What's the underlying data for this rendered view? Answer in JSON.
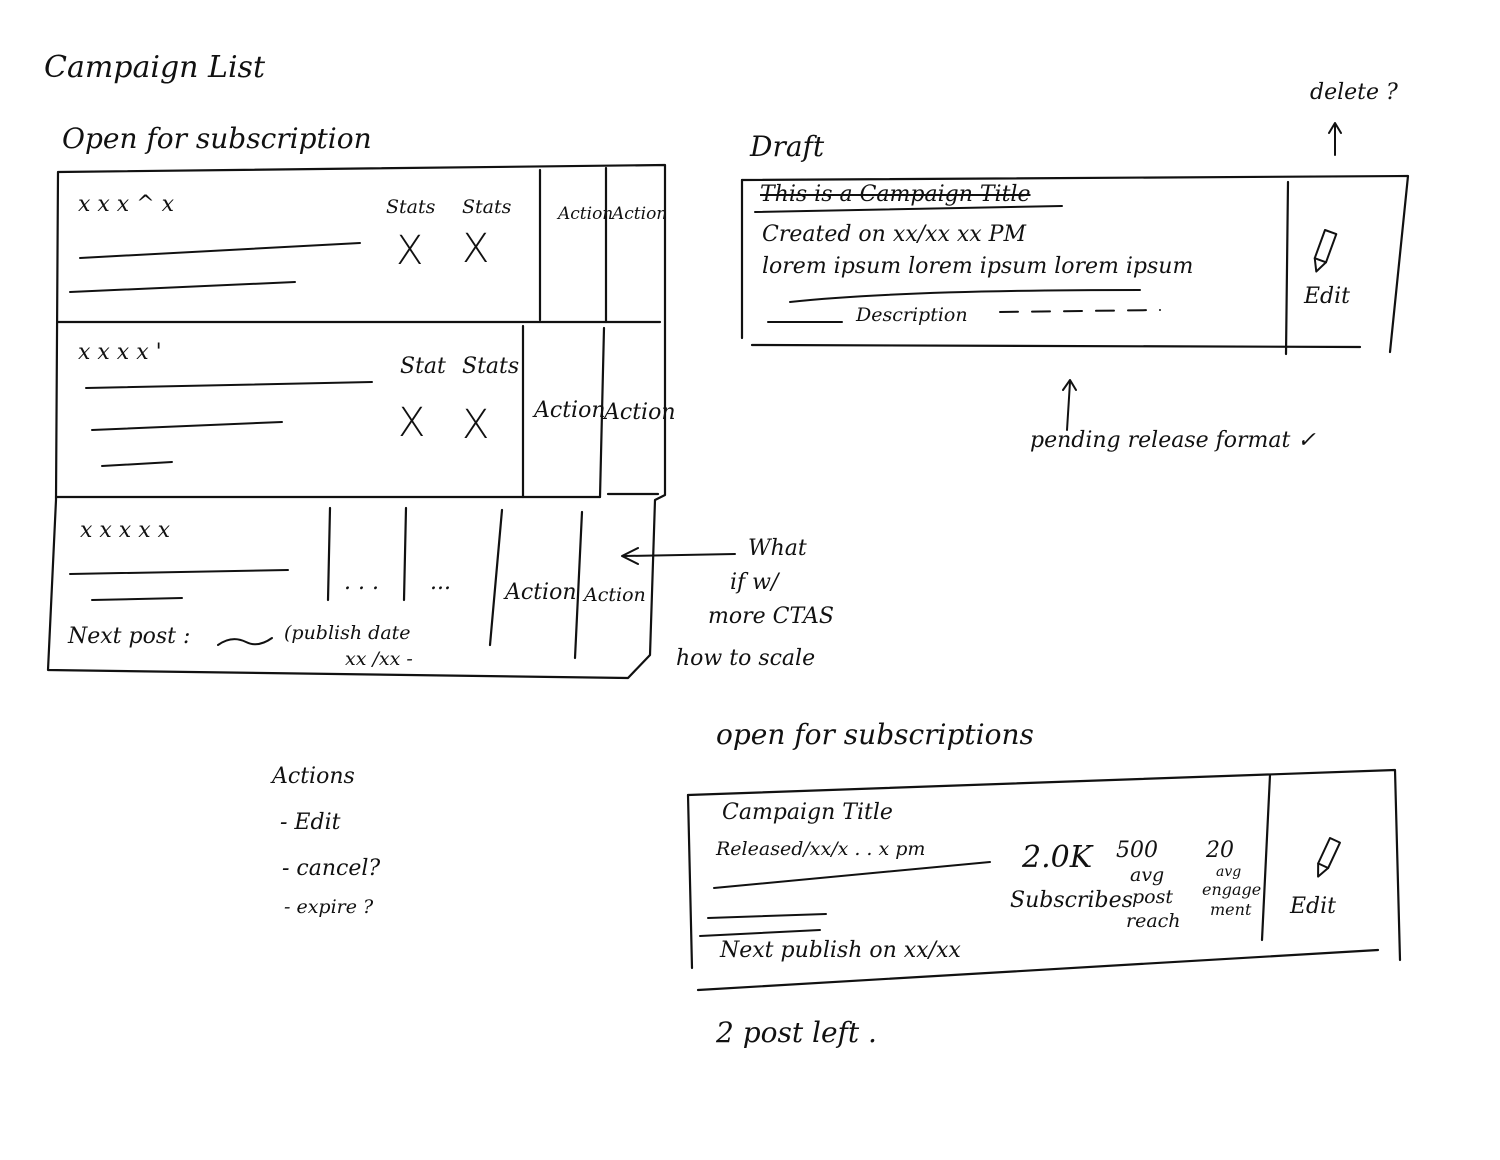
{
  "page": {
    "title": "Campaign List"
  },
  "open_section": {
    "heading": "Open for subscription",
    "row1": {
      "placeholder": "x x x  ^  x",
      "stat1": "Stats",
      "stat2": "Stats",
      "x1": "X",
      "x2": "X",
      "action1": "Action",
      "action2": "Action"
    },
    "row2": {
      "placeholder": "x x x x  '",
      "stat1": "Stat",
      "stat2": "Stats",
      "x1": "X",
      "x2": "X",
      "action1": "Action",
      "action2": "Action"
    },
    "row3": {
      "placeholder": "x x x x  x",
      "dots1": ". . .",
      "dots2": "...",
      "action1": "Action",
      "action2": "Action",
      "next_post": "Next post :",
      "publish_date": "(publish date",
      "date": "xx /xx -"
    }
  },
  "annotation_ctas": {
    "line1": "What",
    "line2": "if w/",
    "line3": "more CTAS",
    "line4": "how to scale"
  },
  "draft_section": {
    "heading": "Draft",
    "delete_note": "delete ?",
    "title": "This is a Campaign Title",
    "created": "Created on   xx/xx  xx PM",
    "lorem": "lorem ipsum lorem ipsum lorem ipsum",
    "description": "Description",
    "edit": "Edit",
    "pending_note": "pending release format ✓"
  },
  "actions_list": {
    "heading": "Actions",
    "items": [
      "- Edit",
      "- cancel?",
      "- expire ?"
    ]
  },
  "open_section2": {
    "heading": "open for subscriptions",
    "title": "Campaign Title",
    "released": "Released/xx/x . . x pm",
    "stat1_value": "2.0K",
    "stat1_label": "Subscribes",
    "stat2_value": "500",
    "stat2_label1": "avg",
    "stat2_label2": "post",
    "stat2_label3": "reach",
    "stat3_value": "20",
    "stat3_label1": "avg",
    "stat3_label2": "engage",
    "stat3_label3": "ment",
    "edit": "Edit",
    "next_publish": "Next publish on xx/xx",
    "posts_left": "2 post left ."
  }
}
